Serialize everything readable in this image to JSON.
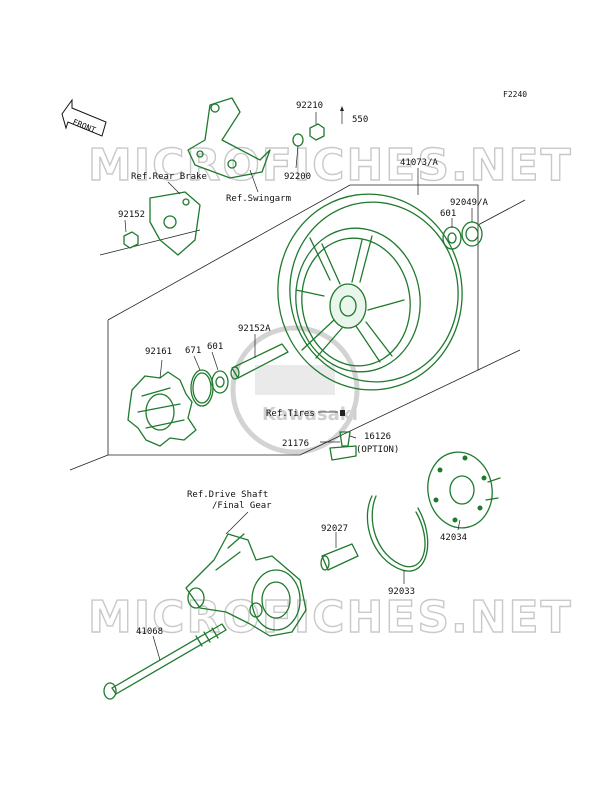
{
  "header": {
    "figure_code": "F2240",
    "front_arrow_label": "FRONT"
  },
  "watermark": {
    "text": "MICROFICHES.NET",
    "logo_text": "Kawasaki"
  },
  "labels": {
    "p92210": "92210",
    "p550": "550",
    "ref_rear_brake": "Ref.Rear Brake",
    "p92200": "92200",
    "p41073a": "41073/A",
    "ref_swingarm": "Ref.Swingarm",
    "p92049a": "92049/A",
    "p92152_top": "92152",
    "p601_right": "601",
    "p92152a": "92152A",
    "p92161": "92161",
    "p671": "671",
    "p601_left": "601",
    "ref_tires": "Ref.Tires",
    "p16126": "16126",
    "p21176": "21176",
    "option": "(OPTION)",
    "ref_drive_shaft": "Ref.Drive Shaft",
    "final_gear": "/Final Gear",
    "p92027": "92027",
    "p42034": "42034",
    "p92033": "92033",
    "p41068": "41068"
  },
  "colors": {
    "part_stroke": "#1f7a2e",
    "watermark": "#c9c9c9"
  }
}
